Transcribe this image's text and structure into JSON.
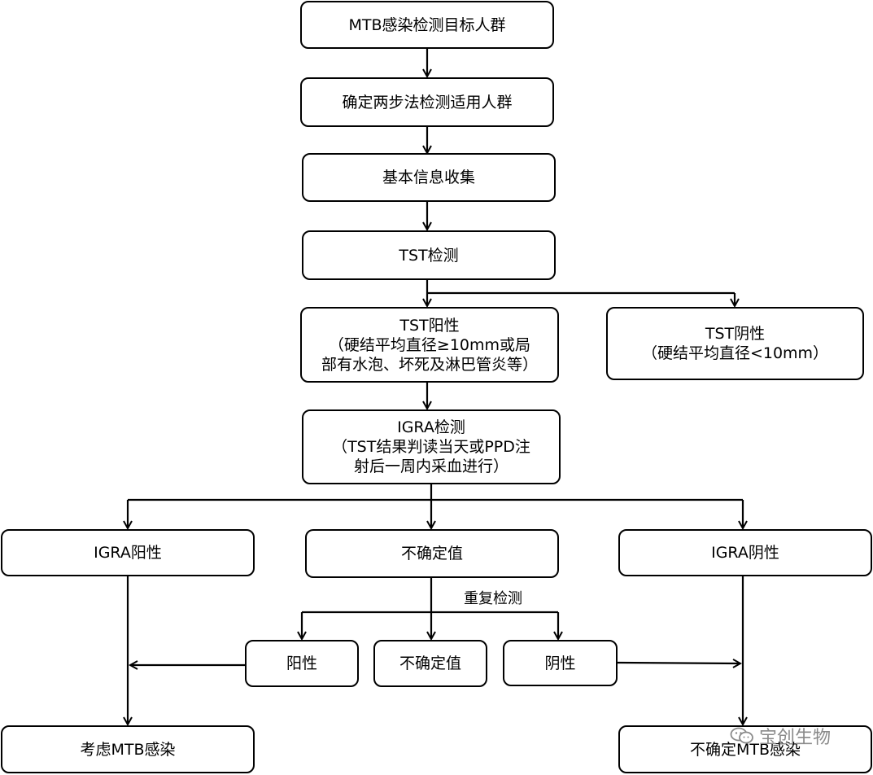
{
  "nodes": {
    "target": "MTB感染检测目标人群",
    "two_step": "确定两步法检测适用人群",
    "info": "基本信息收集",
    "tst": "TST检测",
    "tst_pos": [
      "TST阳性",
      "（硬结平均直径≥10mm或局",
      "部有水泡、坏死及淋巴管炎等）"
    ],
    "tst_neg": [
      "TST阴性",
      "（硬结平均直径<10mm）"
    ],
    "igra": [
      "IGRA检测",
      "（TST结果判读当天或PPD注",
      "射后一周内采血进行）"
    ],
    "igra_pos": "IGRA阳性",
    "indeterminate": "不确定值",
    "igra_neg": "IGRA阴性",
    "retest_pos": "阳性",
    "retest_ind": "不确定值",
    "retest_neg": "阴性",
    "consider": "考虑MTB感染",
    "uncertain": "不确定MTB感染"
  },
  "edge_labels": {
    "retest": "重复检测"
  },
  "watermark": {
    "text": "宝创生物",
    "icon": "wechat-icon"
  }
}
